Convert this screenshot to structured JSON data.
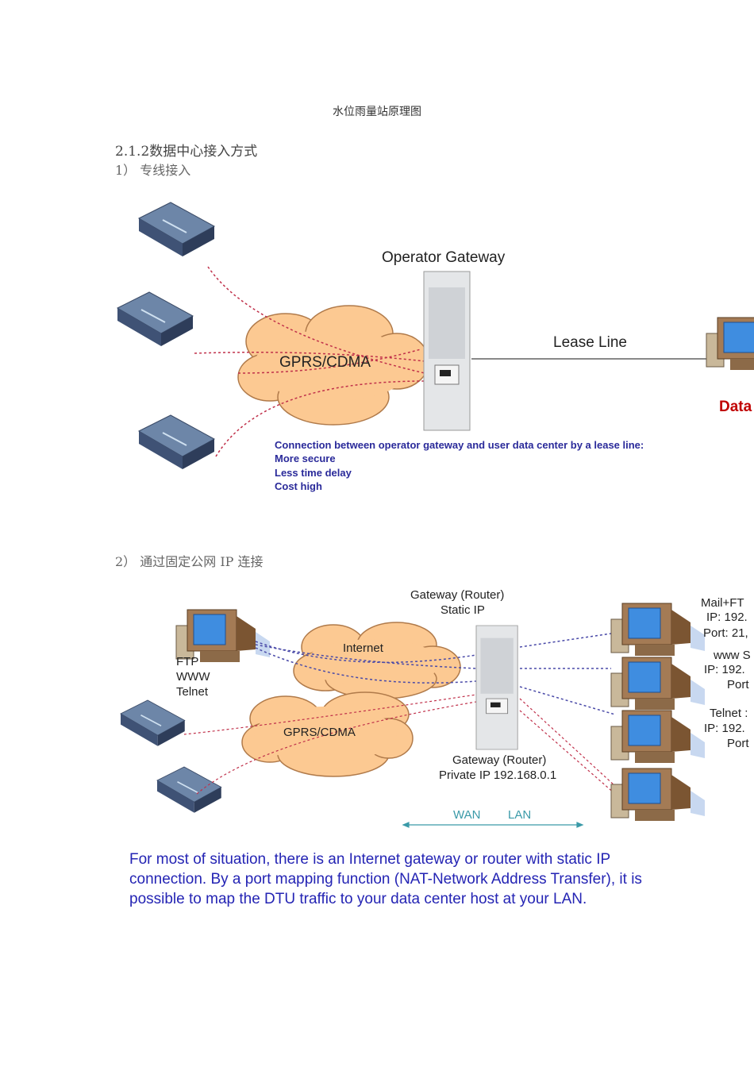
{
  "caption": "水位雨量站原理图",
  "section_heading": "2.1.2数据中心接入方式",
  "item1": "1） 专线接入",
  "item2": "2） 通过固定公网 IP 连接",
  "diagram1": {
    "gateway_label": "Operator Gateway",
    "cloud_label": "GPRS/CDMA",
    "line_label": "Lease Line",
    "datacenter_label": "Data",
    "notes": [
      "Connection between operator gateway and user data center by a lease line:",
      "More secure",
      "Less time delay",
      "Cost high"
    ]
  },
  "diagram2": {
    "router_static": [
      "Gateway (Router)",
      "Static IP"
    ],
    "router_private": [
      "Gateway (Router)",
      "Private IP 192.168.0.1"
    ],
    "internet_label": "Internet",
    "cloud_label": "GPRS/CDMA",
    "client_services": [
      "FTP",
      "WWW",
      "Telnet"
    ],
    "server1": [
      "Mail+FT",
      "IP: 192.",
      "Port: 21,"
    ],
    "server2": [
      "www S",
      "IP: 192.",
      "Port"
    ],
    "server3": [
      "Telnet :",
      "IP: 192.",
      "Port"
    ],
    "wan_label": "WAN",
    "lan_label": "LAN",
    "description": [
      "For most of situation, there is an Internet gateway or router with static IP",
      "connection. By a port mapping function (NAT-Network Address Transfer), it is",
      "possible to map the DTU traffic to your data center host at your LAN."
    ]
  },
  "colors": {
    "cloud": "#fcc992",
    "link_red": "#c0304a",
    "link_blue": "#4a4aa8",
    "note_blue": "#2424b4",
    "data_red": "#c00000"
  }
}
